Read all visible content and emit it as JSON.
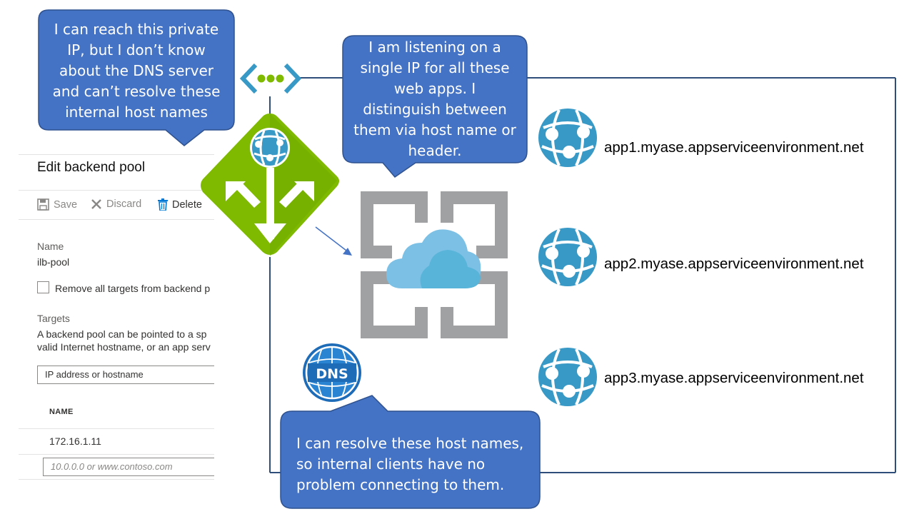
{
  "callouts": {
    "top_left": [
      "I can reach this private",
      "IP, but I don’t know",
      "about the DNS server",
      "and can’t resolve these",
      "internal host names"
    ],
    "top_center": [
      "I am listening on a",
      "single IP for all these",
      "web apps. I",
      "distinguish between",
      "them via host name or",
      "header."
    ],
    "bottom": [
      "I can resolve these host names,",
      "so internal clients have no",
      "problem connecting to them."
    ]
  },
  "panel": {
    "title": "Edit backend pool",
    "toolbar": {
      "save": "Save",
      "discard": "Discard",
      "delete": "Delete"
    },
    "name_label": "Name",
    "name_value": "ilb-pool",
    "remove_all_label": "Remove all targets from backend p",
    "targets_label": "Targets",
    "targets_desc_line1": "A backend pool can be pointed to a sp",
    "targets_desc_line2": "valid Internet hostname, or an app serv",
    "target_type_value": "IP address or hostname",
    "column_name": "NAME",
    "row_value": "172.16.1.11",
    "new_row_placeholder": "10.0.0.0 or www.contoso.com"
  },
  "icons": {
    "vnet": "virtual-network-icon",
    "app_gateway": "application-gateway-icon",
    "ase": "app-service-environment-icon",
    "dns": "dns-icon",
    "web_app": "web-app-icon",
    "dns_label": "DNS"
  },
  "apps": [
    {
      "host": "app1.myase.appserviceenvironment.net"
    },
    {
      "host": "app2.myase.appserviceenvironment.net"
    },
    {
      "host": "app3.myase.appserviceenvironment.net"
    }
  ],
  "colors": {
    "callout_fill": "#4472c4",
    "callout_border": "#2f528f",
    "network_border": "#2f4f7a",
    "gateway_green": "#7fba00",
    "azure_blue": "#3999c6",
    "ase_gray": "#a0a1a2"
  }
}
